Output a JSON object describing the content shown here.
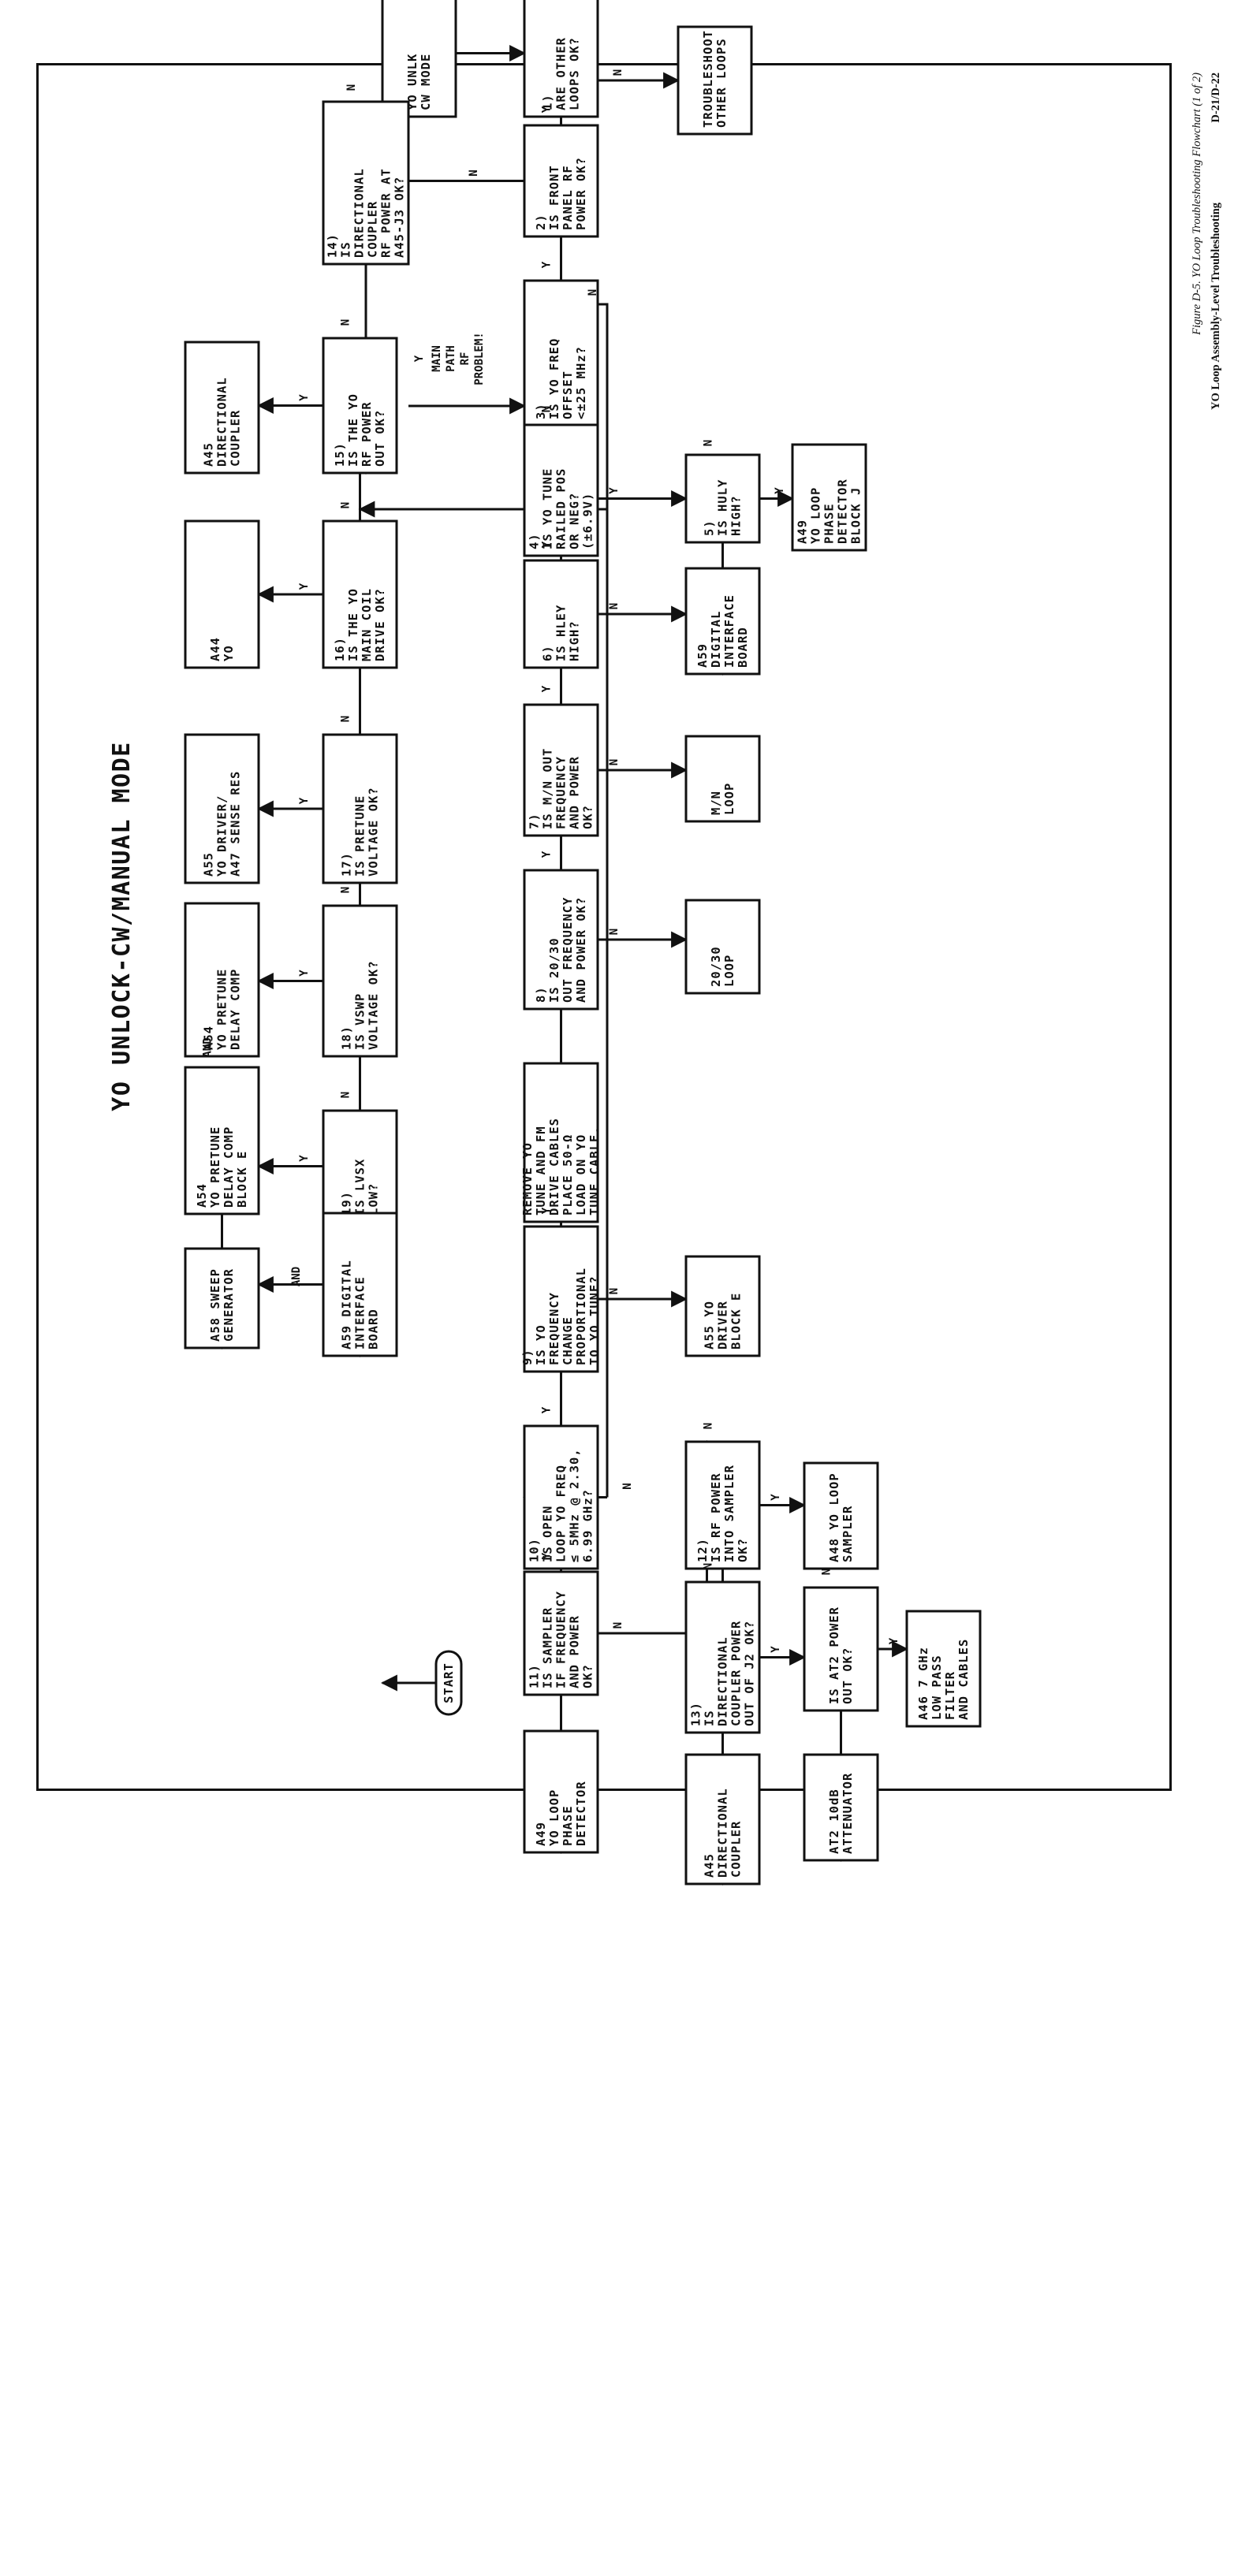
{
  "title": "YO UNLOCK-CW/MANUAL MODE",
  "caption": {
    "figure": "Figure D-5. YO Loop Troubleshooting Flowchart (1 of 2)",
    "section": "YO Loop Assembly-Level Troubleshooting",
    "page": "D-21/D-22"
  },
  "start_label": "START",
  "boxes": {
    "yo_unlk": [
      "YO UNLK",
      "CW MODE"
    ],
    "q1": [
      "1)",
      "ARE OTHER",
      "LOOPS OK?"
    ],
    "troubleshoot": [
      "TROUBLESHOOT",
      "OTHER LOOPS"
    ],
    "q2": [
      "2)",
      "IS FRONT",
      "PANEL RF",
      "POWER OK?"
    ],
    "q14": [
      "14)",
      "IS",
      "DIRECTIONAL",
      "COUPLER",
      "RF POWER AT",
      "A45-J3 OK?"
    ],
    "q3": [
      "3)",
      "IS YO FREQ",
      "OFFSET",
      "<±25 MHz?"
    ],
    "q15": [
      "15)",
      "IS THE YO",
      "RF POWER",
      "OUT OK?"
    ],
    "a45_left": [
      "A45",
      "DIRECTIONAL",
      "COUPLER"
    ],
    "q4": [
      "4)",
      "IS YO TUNE",
      "RAILED POS",
      "OR NEG?",
      "(±6.9V)"
    ],
    "q5": [
      "5)",
      "IS HULY",
      "HIGH?"
    ],
    "a49_j": [
      "A49",
      "YO LOOP",
      "PHASE",
      "DETECTOR",
      "BLOCK J"
    ],
    "q16": [
      "16)",
      "IS THE YO",
      "MAIN COIL",
      "DRIVE OK?"
    ],
    "a44": [
      "A44",
      "YO"
    ],
    "q6": [
      "6)",
      "IS HLEY",
      "HIGH?"
    ],
    "a59_lower": [
      "A59",
      "DIGITAL",
      "INTERFACE",
      "BOARD"
    ],
    "q17": [
      "17)",
      "IS PRETUNE",
      "VOLTAGE OK?"
    ],
    "a55_upper": [
      "A55",
      "YO DRIVER/",
      "A47 SENSE RES"
    ],
    "q7": [
      "7)",
      "IS M/N OUT",
      "FREQUENCY",
      "AND POWER",
      "OK?"
    ],
    "mn_loop": [
      "M/N",
      "LOOP"
    ],
    "q18": [
      "18)",
      "IS VSWP",
      "VOLTAGE OK?"
    ],
    "a54_pretune": [
      "A54",
      "YO PRETUNE",
      "DELAY COMP"
    ],
    "q8": [
      "8)",
      "IS 20/30",
      "OUT FREQUENCY",
      "AND POWER OK?"
    ],
    "loop2030": [
      "20/30",
      "LOOP"
    ],
    "q19": [
      "19)",
      "IS LVSX",
      "LOW?"
    ],
    "a54_block": [
      "A54",
      "YO PRETUNE",
      "DELAY COMP",
      "BLOCK E"
    ],
    "a58": [
      "A58 SWEEP",
      "GENERATOR"
    ],
    "a59_upper": [
      "A59 DIGITAL",
      "INTERFACE",
      "BOARD"
    ],
    "remove_yo": [
      "REMOVE YO",
      "TUNE AND FM",
      "DRIVE CABLES",
      "PLACE 50-Ω",
      "LOAD ON YO",
      "TUNE CABLE."
    ],
    "q9": [
      "9)",
      "IS YO",
      "FREQUENCY",
      "CHANGE",
      "PROPORTIONAL",
      "TO YO TUNE?"
    ],
    "a55_lower": [
      "A55 YO",
      "DRIVER",
      "BLOCK E"
    ],
    "q10": [
      "10)",
      "IS OPEN",
      "LOOP YO FREQ",
      "≤ 5MHz @ 2.30,",
      "6.99 GHz?"
    ],
    "q12": [
      "12)",
      "IS RF POWER",
      "INTO SAMPLER",
      "OK?"
    ],
    "a48": [
      "A48 YO LOOP",
      "SAMPLER"
    ],
    "q11": [
      "11)",
      "IS SAMPLER",
      "IF FREQUENCY",
      "AND POWER",
      "OK?"
    ],
    "a49_pd": [
      "A49",
      "YO LOOP",
      "PHASE",
      "DETECTOR"
    ],
    "q13": [
      "13)",
      "IS",
      "DIRECTIONAL",
      "COUPLER POWER",
      "OUT OF J2 OK?"
    ],
    "a45_right": [
      "A45",
      "DIRECTIONAL",
      "COUPLER"
    ],
    "at2_q": [
      "IS AT2 POWER",
      "OUT OK?"
    ],
    "at2": [
      "AT2 10dB",
      "ATTENUATOR"
    ],
    "a46": [
      "A46 7 GHz",
      "LOW PASS",
      "FILTER",
      "AND CABLES"
    ]
  },
  "main_path_label": [
    "MAIN",
    "PATH",
    "RF",
    "PROBLEM!"
  ],
  "and_label": "AND",
  "yes_label": "Y",
  "no_label": "N"
}
